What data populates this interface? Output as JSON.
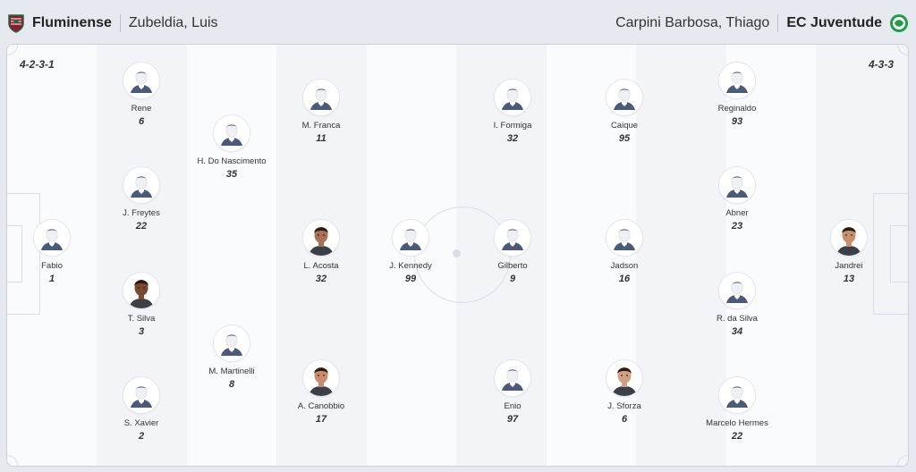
{
  "home": {
    "team": "Fluminense",
    "coach": "Zubeldia, Luis",
    "formation": "4-2-3-1",
    "crest_icon": "fluminense-crest-icon",
    "crest_color": "#8b1c31"
  },
  "away": {
    "team": "EC Juventude",
    "coach": "Carpini Barbosa, Thiago",
    "formation": "4-3-3",
    "crest_icon": "juventude-crest-icon",
    "crest_color": "#1f9e4a"
  },
  "players": [
    {
      "name": "Rene",
      "number": "6",
      "photo": false
    },
    {
      "name": "J. Freytes",
      "number": "22",
      "photo": false
    },
    {
      "name": "T. Silva",
      "number": "3",
      "photo": true,
      "skin": "#7a4a30"
    },
    {
      "name": "S. Xavier",
      "number": "2",
      "photo": false
    },
    {
      "name": "Fabio",
      "number": "1",
      "photo": false
    },
    {
      "name": "H. Do Nascimento",
      "number": "35",
      "photo": false
    },
    {
      "name": "M. Martinelli",
      "number": "8",
      "photo": false
    },
    {
      "name": "M. Franca",
      "number": "11",
      "photo": false
    },
    {
      "name": "L. Acosta",
      "number": "32",
      "photo": true,
      "skin": "#a8715a"
    },
    {
      "name": "A. Canobbio",
      "number": "17",
      "photo": true,
      "skin": "#c98d6e"
    },
    {
      "name": "J. Kennedy",
      "number": "99",
      "photo": false
    },
    {
      "name": "I. Formiga",
      "number": "32",
      "photo": false
    },
    {
      "name": "Gilberto",
      "number": "9",
      "photo": false
    },
    {
      "name": "Enio",
      "number": "97",
      "photo": false
    },
    {
      "name": "Caique",
      "number": "95",
      "photo": false
    },
    {
      "name": "Jadson",
      "number": "16",
      "photo": false
    },
    {
      "name": "J. Sforza",
      "number": "6",
      "photo": true,
      "skin": "#d2a184"
    },
    {
      "name": "Reginaldo",
      "number": "93",
      "photo": false
    },
    {
      "name": "Abner",
      "number": "23",
      "photo": false
    },
    {
      "name": "R. da Silva",
      "number": "34",
      "photo": false
    },
    {
      "name": "Marcelo Hermes",
      "number": "22",
      "photo": false
    },
    {
      "name": "Jandrei",
      "number": "13",
      "photo": true,
      "skin": "#c4906f"
    }
  ]
}
